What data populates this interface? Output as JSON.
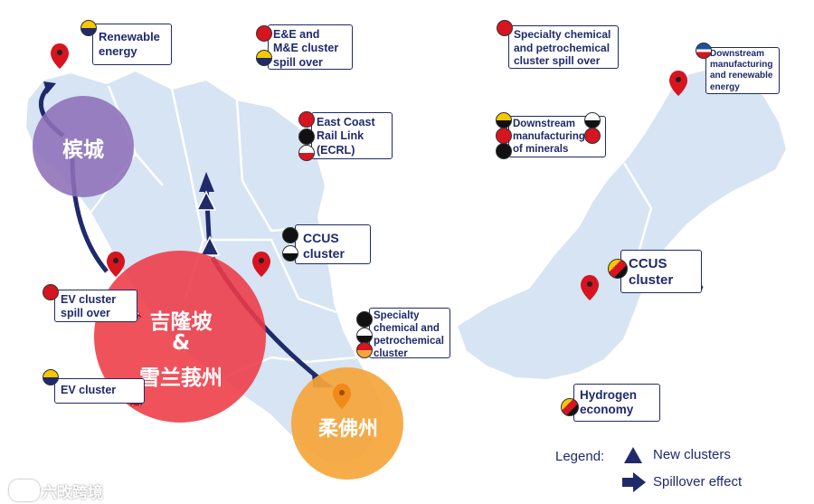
{
  "colors": {
    "land": "#d6e4f3",
    "boundary": "#ffffff",
    "navy": "#1f2a6b",
    "pin": "#d7141f",
    "penang_circle": "#8e70b8",
    "kl_circle": "#ee3a45",
    "johor_circle": "#f6a53b"
  },
  "circles": {
    "penang": "槟城",
    "kl_line1": "吉隆坡",
    "kl_line2": "&",
    "kl_line3": "雪兰莪州",
    "johor": "柔佛州"
  },
  "labels": {
    "renewable": [
      "Renewable",
      "energy"
    ],
    "ee_me": [
      "E&E and",
      "M&E cluster",
      "spill over"
    ],
    "specialty_top": [
      "Specialty chemical",
      "and petrochemical",
      "cluster spill over"
    ],
    "downstream_ne": [
      "Downstream",
      "manufacturing",
      "and renewable",
      "energy"
    ],
    "ecrl": [
      "East Coast",
      "Rail Link",
      "(ECRL)"
    ],
    "downstream_minerals": [
      "Downstream",
      "manufacturing",
      "of minerals"
    ],
    "ccus_west": [
      "CCUS",
      "cluster"
    ],
    "ccus_east": [
      "CCUS",
      "cluster"
    ],
    "ev_spill": [
      "EV cluster",
      "spill over"
    ],
    "ev_cluster": [
      "EV cluster"
    ],
    "specialty_mid": [
      "Specialty",
      "chemical and",
      "petrochemical",
      "cluster"
    ],
    "hydrogen": [
      "Hydrogen",
      "economy"
    ]
  },
  "legend": {
    "title": "Legend:",
    "new_clusters": "New clusters",
    "spillover": "Spillover effect"
  },
  "watermark": "六畋跨境",
  "icons": [
    "location-pin-icon",
    "triangle-marker-icon",
    "spillover-arrow-icon",
    "recycle-icon",
    "train-icon",
    "car-icon",
    "plug-icon",
    "chip-icon",
    "flask-icon"
  ]
}
